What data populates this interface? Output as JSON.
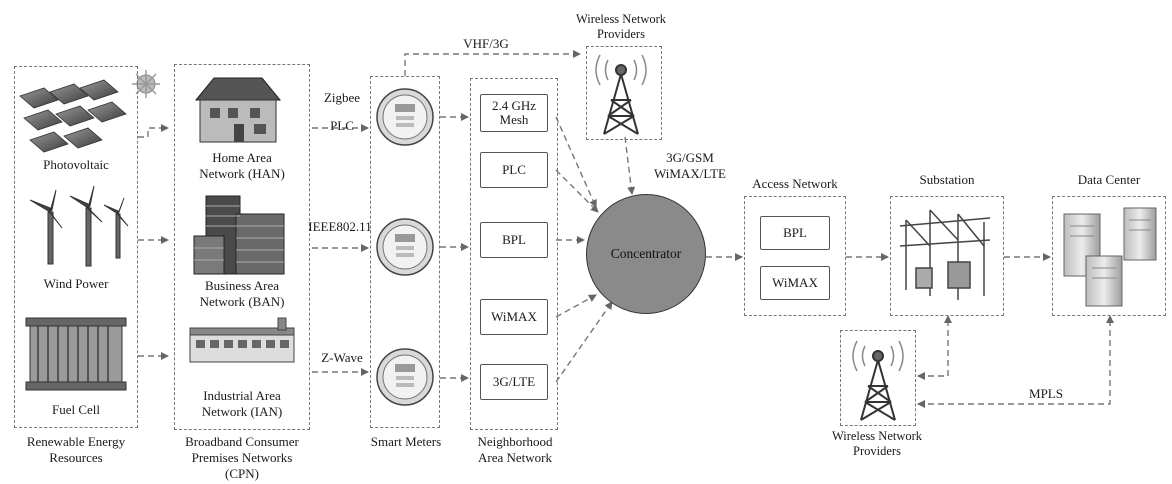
{
  "groups": {
    "renewable": {
      "items": [
        "Photovoltaic",
        "Wind Power",
        "Fuel Cell"
      ],
      "caption": [
        "Renewable Energy",
        "Resources"
      ]
    },
    "cpn": {
      "items": [
        [
          "Home Area",
          "Network (HAN)"
        ],
        [
          "Business Area",
          "Network (BAN)"
        ],
        [
          "Industrial Area",
          "Network (IAN)"
        ]
      ],
      "caption": [
        "Broadband Consumer",
        "Premises Networks",
        "(CPN)"
      ]
    },
    "smart_meters": {
      "caption": "Smart Meters"
    },
    "nan": {
      "boxes": [
        [
          "2.4 GHz",
          "Mesh"
        ],
        [
          "PLC"
        ],
        [
          "BPL"
        ],
        [
          "WiMAX"
        ],
        [
          "3G/LTE"
        ]
      ],
      "caption": [
        "Neighborhood",
        "Area Network"
      ]
    },
    "access": {
      "title": "Access Network",
      "boxes": [
        "BPL",
        "WiMAX"
      ]
    },
    "substation": {
      "title": "Substation"
    },
    "datacenter": {
      "title": "Data Center"
    },
    "wireless_top": {
      "title": [
        "Wireless Network",
        "Providers"
      ]
    },
    "wireless_bottom": {
      "title": [
        "Wireless Network",
        "Providers"
      ]
    }
  },
  "concentrator": "Concentrator",
  "link_labels": {
    "zigbee": "Zigbee",
    "plc": "PLC",
    "ieee": "IEEE802.11",
    "zwave": "Z-Wave",
    "vhf": "VHF/3G",
    "cellular": [
      "3G/GSM",
      "WiMAX/LTE"
    ],
    "mpls": "MPLS"
  },
  "icons": [
    "solar-panels-icon",
    "wind-turbines-icon",
    "fuel-cell-icon",
    "house-icon",
    "office-building-icon",
    "factory-icon",
    "smart-meter-icon",
    "radio-tower-icon",
    "substation-icon",
    "server-icon"
  ],
  "colors": {
    "line": "#777777",
    "concentrator": "#8a8a8a",
    "box_border": "#555555"
  }
}
